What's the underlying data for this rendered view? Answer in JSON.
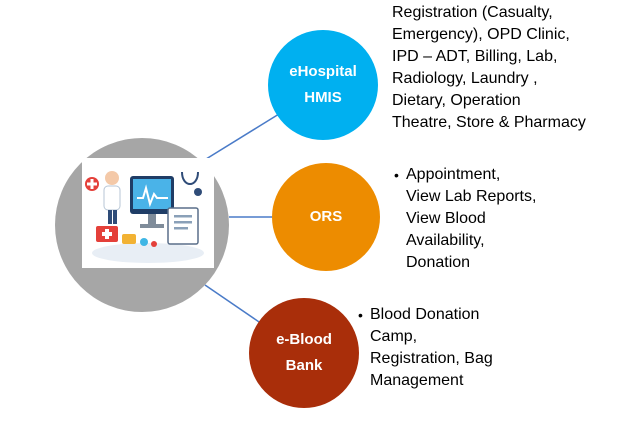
{
  "diagram": {
    "colors": {
      "hub": "#a6a6a6",
      "connector": "#4a7bc8",
      "ehospital": "#00b0f0",
      "ors": "#ed8c00",
      "eblood": "#a92e0a"
    },
    "hub_image": "healthcare-illustration (monitor, doctor, medical icons)",
    "nodes": [
      {
        "id": "ehospital",
        "label_lines": [
          "eHospital",
          "HMIS"
        ],
        "bulleted": false,
        "description_lines": [
          "Registration (Casualty,",
          "Emergency), OPD Clinic,",
          "IPD – ADT, Billing, Lab,",
          "Radiology, Laundry ,",
          "Dietary, Operation",
          "Theatre, Store & Pharmacy"
        ]
      },
      {
        "id": "ors",
        "label_lines": [
          "ORS"
        ],
        "bulleted": true,
        "description_lines": [
          "Appointment,",
          "View Lab Reports,",
          "View Blood",
          "Availability,",
          "Donation"
        ]
      },
      {
        "id": "eblood",
        "label_lines": [
          "e-Blood",
          "Bank"
        ],
        "bulleted": true,
        "description_lines": [
          "Blood Donation",
          "Camp,",
          "Registration, Bag",
          "Management"
        ]
      }
    ]
  }
}
